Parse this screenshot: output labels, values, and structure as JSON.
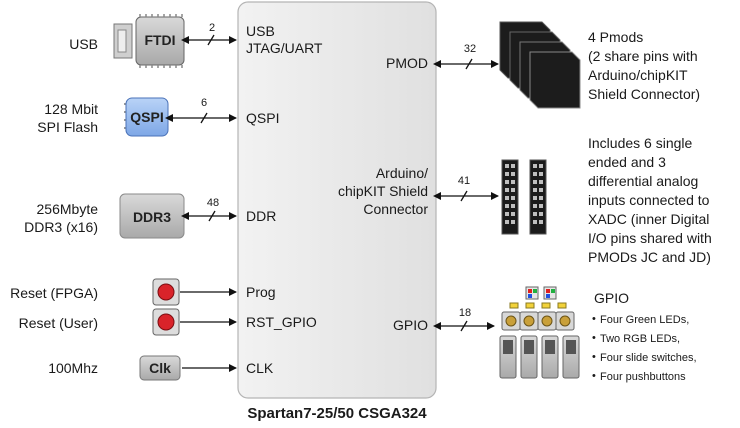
{
  "fpga": {
    "title": "Spartan7-25/50 CSGA324"
  },
  "left_labels": {
    "usb": "USB",
    "flash_l1": "128 Mbit",
    "flash_l2": "SPI Flash",
    "ddr_l1": "256Mbyte",
    "ddr_l2": "DDR3 (x16)",
    "reset_fpga": "Reset (FPGA)",
    "reset_user": "Reset (User)",
    "clk_freq": "100Mhz"
  },
  "chips": {
    "ftdi": "FTDI",
    "qspi": "QSPI",
    "ddr3": "DDR3",
    "clk": "Clk"
  },
  "bus_widths": {
    "usb": "2",
    "qspi": "6",
    "ddr": "48",
    "pmod": "32",
    "arduino": "41",
    "gpio": "18"
  },
  "fpga_pins": {
    "usb_l1": "USB",
    "usb_l2": "JTAG/UART",
    "qspi": "QSPI",
    "ddr": "DDR",
    "prog": "Prog",
    "rst_gpio": "RST_GPIO",
    "clk": "CLK",
    "pmod": "PMOD",
    "arduino_l1": "Arduino/",
    "arduino_l2": "chipKIT Shield",
    "arduino_l3": "Connector",
    "gpio": "GPIO"
  },
  "right_desc": {
    "pmod": [
      "4 Pmods",
      "(2 share pins with",
      "Arduino/chipKIT",
      "Shield Connector)"
    ],
    "arduino": [
      "Includes 6 single",
      "ended and 3",
      "differential analog",
      "inputs connected to",
      "XADC (inner Digital",
      "I/O pins shared with",
      "PMODs JC and JD)"
    ],
    "gpio_title": "GPIO",
    "gpio_items": [
      "Four Green LEDs,",
      "Two RGB LEDs,",
      "Four slide switches,",
      "Four pushbuttons"
    ]
  }
}
